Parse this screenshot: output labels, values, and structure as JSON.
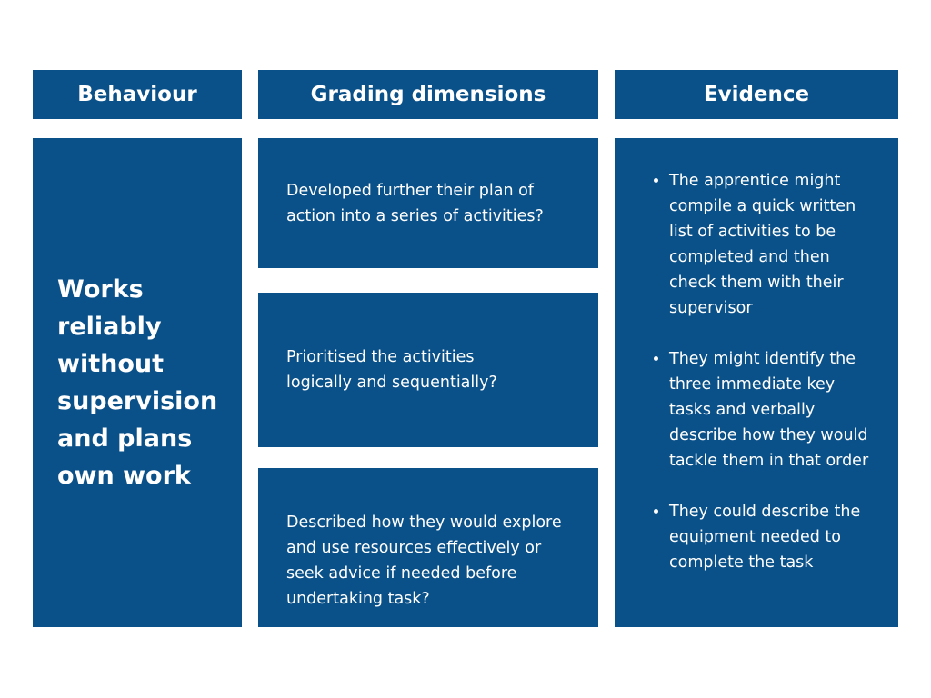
{
  "headers": {
    "behaviour": "Behaviour",
    "grading": "Grading dimensions",
    "evidence": "Evidence"
  },
  "behaviour": "Works reliably without supervision and plans own work",
  "grading_dimensions": [
    "Developed further their plan of action into a series of activities?",
    "Prioritised the activities logically and sequentially?",
    "Described how they would explore and use resources effectively or seek advice if needed before undertaking task?"
  ],
  "evidence": [
    "The apprentice might compile a quick written list of activities to be completed and then check them with their supervisor",
    "They might identify the three immediate key tasks and verbally describe how they would tackle them in that order",
    "They could describe the equipment needed to complete the task"
  ],
  "colors": {
    "box": "#0b5189",
    "text": "#ffffff"
  }
}
